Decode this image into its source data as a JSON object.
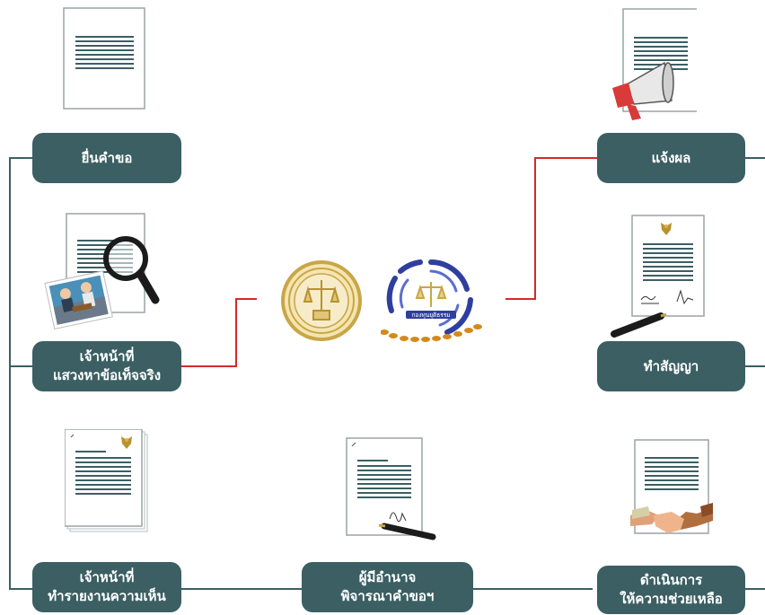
{
  "steps": {
    "submit_request": {
      "label": "ยื่นคำขอ"
    },
    "fact_finding": {
      "line1": "เจ้าหน้าที่",
      "line2": "แสวงหาข้อเท็จจริง"
    },
    "officer_report": {
      "line1": "เจ้าหน้าที่",
      "line2": "ทำรายงานความเห็น"
    },
    "authority_review": {
      "line1": "ผู้มีอำนาจ",
      "line2": "พิจารณาคำขอฯ"
    },
    "provide_assistance": {
      "line1": "ดำเนินการ",
      "line2": "ให้ความช่วยเหลือ"
    },
    "sign_contract": {
      "label": "ทำสัญญา"
    },
    "notify_result": {
      "label": "แจ้งผล"
    }
  },
  "logos": {
    "fund_logo_text": "กองทุนยุติธรรม"
  },
  "colors": {
    "pill": "#3b5f63",
    "connector_gray": "#3b5f63",
    "connector_red": "#d42a2a",
    "gold": "#c9a646",
    "fund_blue": "#2e3f9e"
  },
  "icons": [
    "document-icon",
    "magnifier-icon",
    "photo-icon",
    "garuda-document-icon",
    "signed-document-icon",
    "pen-icon",
    "handshake-icon",
    "megaphone-icon"
  ]
}
